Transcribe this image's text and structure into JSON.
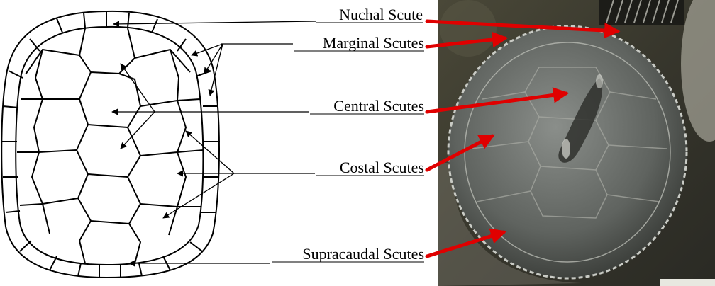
{
  "labels": {
    "nuchal": "Nuchal Scute",
    "marginal": "Marginal Scutes",
    "central": "Central Scutes",
    "costal": "Costal Scutes",
    "supracaudal": "Supracaudal Scutes"
  },
  "colors": {
    "arrow_photo": "#e00000",
    "line_drawing": "#000000",
    "photo_background": "#3b3a2f",
    "shell_fill": "#6f7370"
  }
}
